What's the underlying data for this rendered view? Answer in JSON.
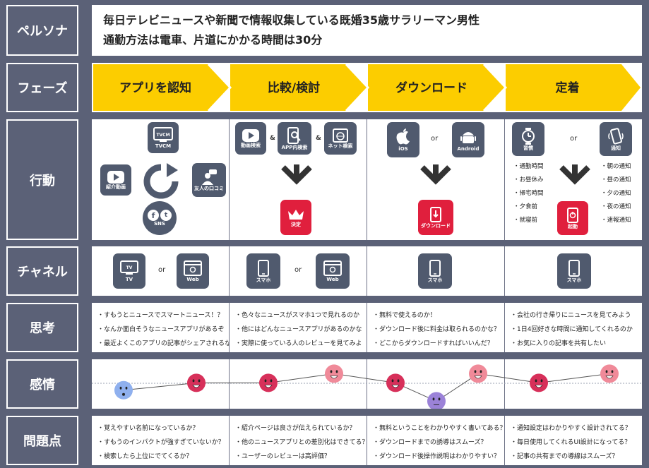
{
  "rows": {
    "persona": "ペルソナ",
    "phase": "フェーズ",
    "action": "行動",
    "channel": "チャネル",
    "thinking": "思考",
    "emotion": "感情",
    "problem": "問題点"
  },
  "persona": {
    "line1": "毎日テレビニュースや新聞で情報収集している既婚35歳サラリーマン男性",
    "line2": "通勤方法は電車、片道にかかる時間は30分"
  },
  "phases": [
    "アプリを認知",
    "比較/検討",
    "ダウンロード",
    "定着"
  ],
  "colors": {
    "phase": "#fccd00",
    "tile": "#505a6e",
    "accent_red": "#e01f3d",
    "frame": "#5b6177"
  },
  "action": {
    "c1": {
      "tvcm": "TVCM",
      "intro_video": "紹介動画",
      "friend": "友人の口コミ",
      "sns": "SNS"
    },
    "c2": {
      "video_search": "動画検索",
      "amp1": "&",
      "app_search": "APP内検索",
      "amp2": "&",
      "net_search": "ネット検索",
      "decide": "決定"
    },
    "c3": {
      "ios": "iOS",
      "or": "or",
      "android": "Android",
      "download": "ダウンロード"
    },
    "c4": {
      "habit": "習慣",
      "or": "or",
      "notify": "通知",
      "launch": "起動",
      "habit_list": [
        "・通勤時間",
        "・お昼休み",
        "・帰宅時間",
        "・夕食前",
        "・就寝前"
      ],
      "notify_list": [
        "・朝の通知",
        "・昼の通知",
        "・夕の通知",
        "・夜の通知",
        "・速報通知"
      ]
    }
  },
  "channel": {
    "c1": {
      "tv": "TV",
      "or": "or",
      "web": "Web"
    },
    "c2": {
      "phone": "スマホ",
      "or": "or",
      "web": "Web"
    },
    "c3": {
      "phone": "スマホ"
    },
    "c4": {
      "phone": "スマホ"
    }
  },
  "thinking": [
    [
      "・すもうとニュースでスマートニュース！？",
      "・なんか面白そうなニュースアプリがあるぞ",
      "・最近よくこのアプリの記事がシェアされるな"
    ],
    [
      "・色々なニュースがスマホ1つで見れるのか",
      "・他にはどんなニュースアプリがあるのかな",
      "・実際に使っている人のレビューを見てみよ"
    ],
    [
      "・無料で使えるのか！",
      "・ダウンロード後に料金は取られるのかな？",
      "・どこからダウンロードすればいいんだ？"
    ],
    [
      "・会社の行き帰りにニュースを見てみよう",
      "・1日4回好きな時間に通知してくれるのか",
      "・お気に入りの記事を共有したい"
    ]
  ],
  "emotion_levels": [
    0.35,
    0.55,
    0.55,
    0.8,
    0.55,
    0.05,
    0.8,
    0.55,
    0.8
  ],
  "problems": [
    [
      "・覚えやすい名前になっているか？",
      "・すもうのインパクトが強すぎていないか？",
      "・検索したら上位にでてくるか？"
    ],
    [
      "・紹介ページは良さが伝えられているか？",
      "・他のニュースアプリとの差別化はできてる？",
      "・ユーザーのレビューは高評価？"
    ],
    [
      "・無料ということをわかりやすく書いてある？",
      "・ダウンロードまでの誘導はスムーズ？",
      "・ダウンロード後操作説明はわかりやすい？"
    ],
    [
      "・通知設定はわかりやすく設計されてる？",
      "・毎日使用してくれるUI設計になってる？",
      "・記事の共有までの導線はスムーズ？"
    ]
  ]
}
